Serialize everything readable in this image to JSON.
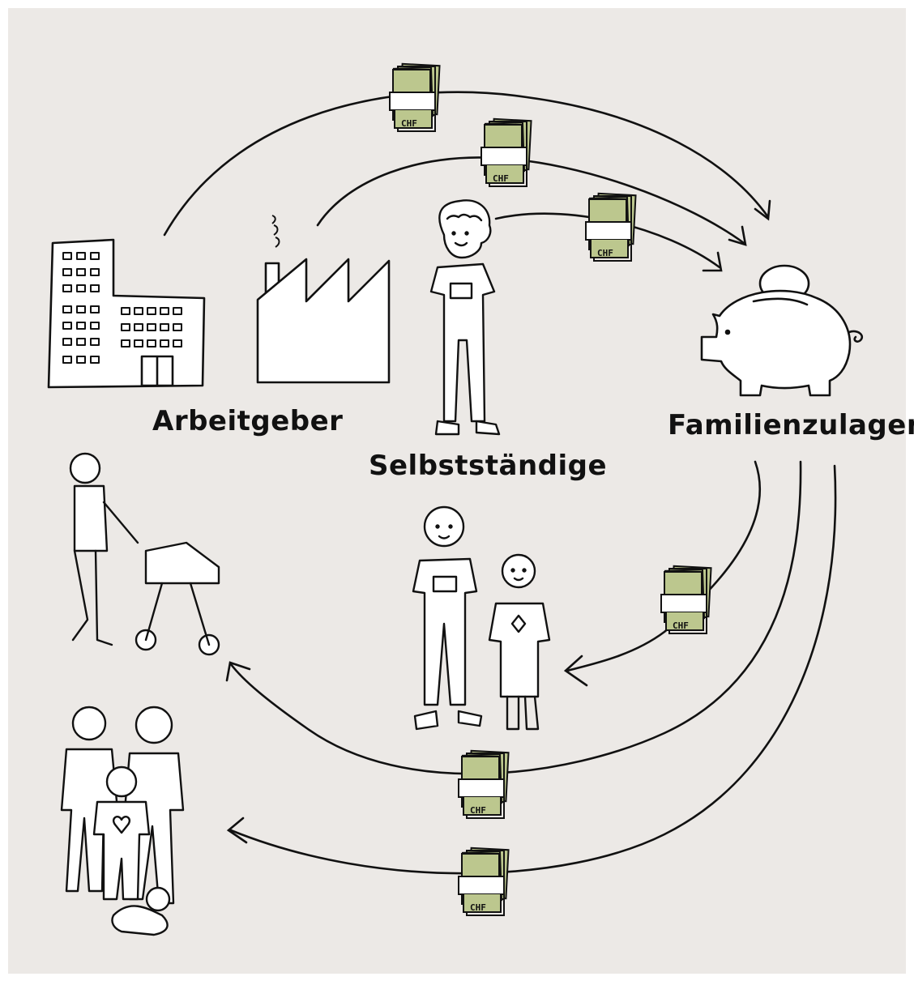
{
  "labels": {
    "employer": "Arbeitgeber",
    "self_employed": "Selbstständige",
    "family_allowances": "Familienzulagen"
  },
  "money_bundle": {
    "currency_text": "CHF"
  },
  "colors": {
    "background": "#ECE9E6",
    "money": "#BCC78E",
    "ink": "#111111",
    "paper": "#FFFFFF"
  }
}
